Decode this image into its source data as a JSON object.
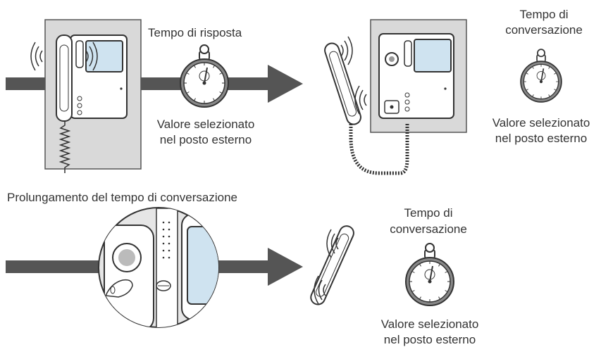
{
  "section_top": {
    "response_label": "Tempo di risposta",
    "response_value_line1": "Valore selezionato",
    "response_value_line2": "nel posto esterno",
    "conv_label_line1": "Tempo di",
    "conv_label_line2": "conversazione",
    "conv_value_line1": "Valore selezionato",
    "conv_value_line2": "nel posto esterno"
  },
  "section_bottom": {
    "title": "Prolungamento del tempo di conversazione",
    "conv_label_line1": "Tempo di",
    "conv_label_line2": "conversazione",
    "conv_value_line1": "Valore selezionato",
    "conv_value_line2": "nel posto esterno"
  },
  "colors": {
    "arrow": "#555555",
    "wall": "#d9d9d9",
    "screen": "#cfe3f0",
    "line": "#333333"
  },
  "icons": [
    "arrow-right-icon",
    "intercom-icon",
    "handset-icon",
    "stopwatch-icon",
    "zoom-button-icon",
    "sound-waves-icon"
  ]
}
